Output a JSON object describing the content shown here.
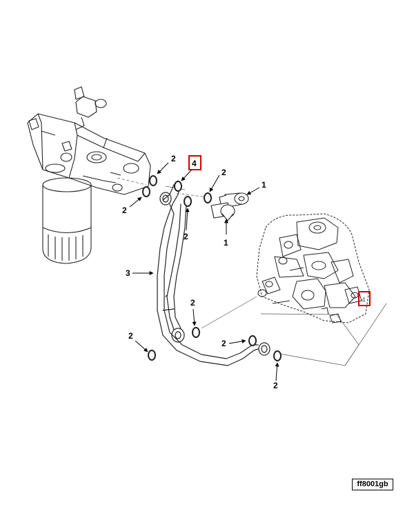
{
  "callouts": {
    "filter_washer_upper": "2",
    "filter_washer_lower": "2",
    "tube_fitting_top": "4",
    "washer_mid": "2",
    "washer_mid_lower": "2",
    "banjo_bolt_upper": "1",
    "banjo_bolt_lower": "1",
    "tube": "3",
    "washer_center": "2",
    "washer_left": "2",
    "washer_pump_left": "2",
    "washer_pump_right": "2",
    "pump_port": "4"
  },
  "figure_id": "ff8001gb",
  "colors": {
    "ink": "#000000",
    "highlight_box": "#d40000",
    "leader_dashed": "#666666"
  }
}
